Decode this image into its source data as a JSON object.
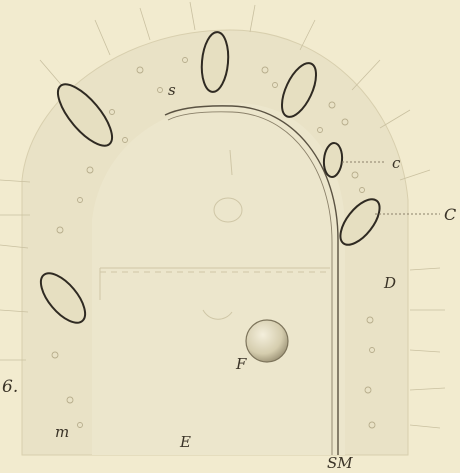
{
  "figure": {
    "number_label": "6.",
    "colors": {
      "paper": "#f2ebcf",
      "tissue": "#e9e2c6",
      "interior": "#ece6cc",
      "line": "#5a5242",
      "faint_line": "#cfc6a6",
      "cell_edge": "#2f2a22",
      "sphere": "#d9d1b3"
    },
    "labels": {
      "s": "s",
      "c": "c",
      "C": "C",
      "D": "D",
      "F": "F",
      "m": "m",
      "E": "E",
      "SM": "SM"
    }
  }
}
